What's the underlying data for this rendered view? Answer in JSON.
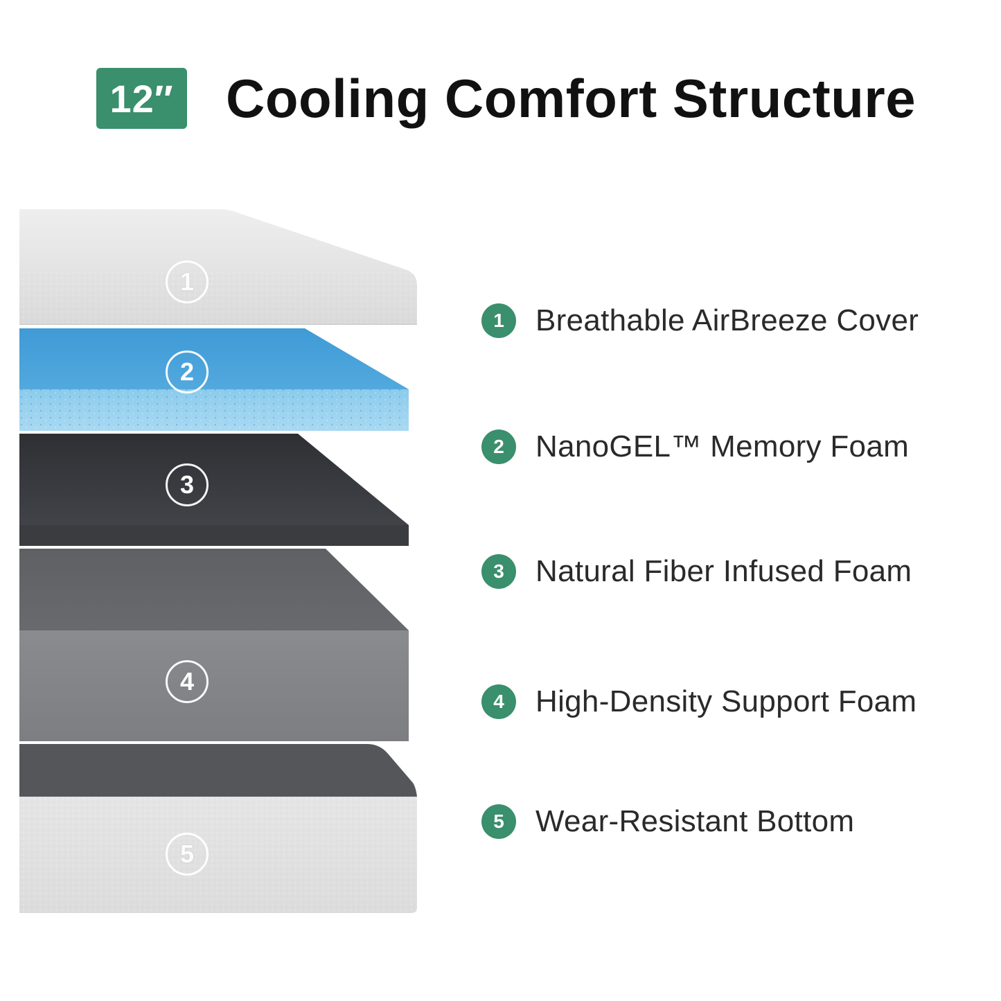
{
  "header": {
    "size_badge": "12″",
    "title": "Cooling Comfort Structure"
  },
  "colors": {
    "accent_green": "#3a8f6c",
    "cover_white": "#e4e4e4",
    "gel_blue": "#4aa6dc",
    "dark_foam": "#3c3e42",
    "support_grey": "#7a7b7d",
    "bottom_white": "#e8e8e8"
  },
  "layers": [
    {
      "number": "1",
      "label": "Breathable AirBreeze Cover"
    },
    {
      "number": "2",
      "label": "NanoGEL™ Memory Foam"
    },
    {
      "number": "3",
      "label": "Natural Fiber Infused Foam"
    },
    {
      "number": "4",
      "label": "High-Density Support Foam"
    },
    {
      "number": "5",
      "label": "Wear-Resistant Bottom"
    }
  ]
}
